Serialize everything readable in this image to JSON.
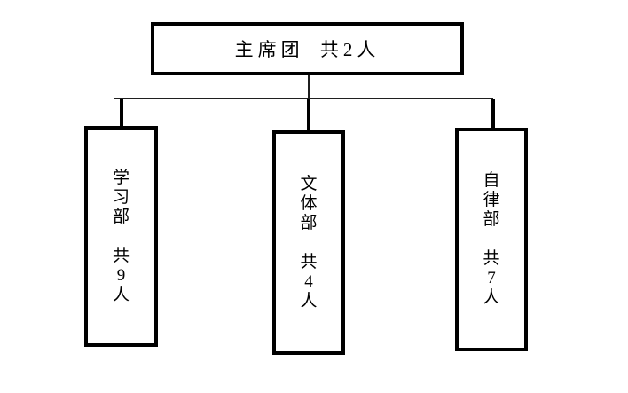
{
  "diagram": {
    "type": "org-chart",
    "root": {
      "label": "主席团 共2人"
    },
    "departments": [
      {
        "name": "学习部",
        "count_label": "共9人",
        "chars": [
          "学",
          "习",
          "部",
          "",
          "共",
          "9",
          "人"
        ]
      },
      {
        "name": "文体部",
        "count_label": "共4人",
        "chars": [
          "文",
          "体",
          "部",
          "",
          "共",
          "4",
          "人"
        ]
      },
      {
        "name": "自律部",
        "count_label": "共7人",
        "chars": [
          "自",
          "律",
          "部",
          "",
          "共",
          "7",
          "人"
        ]
      }
    ]
  },
  "colors": {
    "ink": "#000000",
    "thin_line": "#1f1f1f",
    "background": "#ffffff"
  }
}
